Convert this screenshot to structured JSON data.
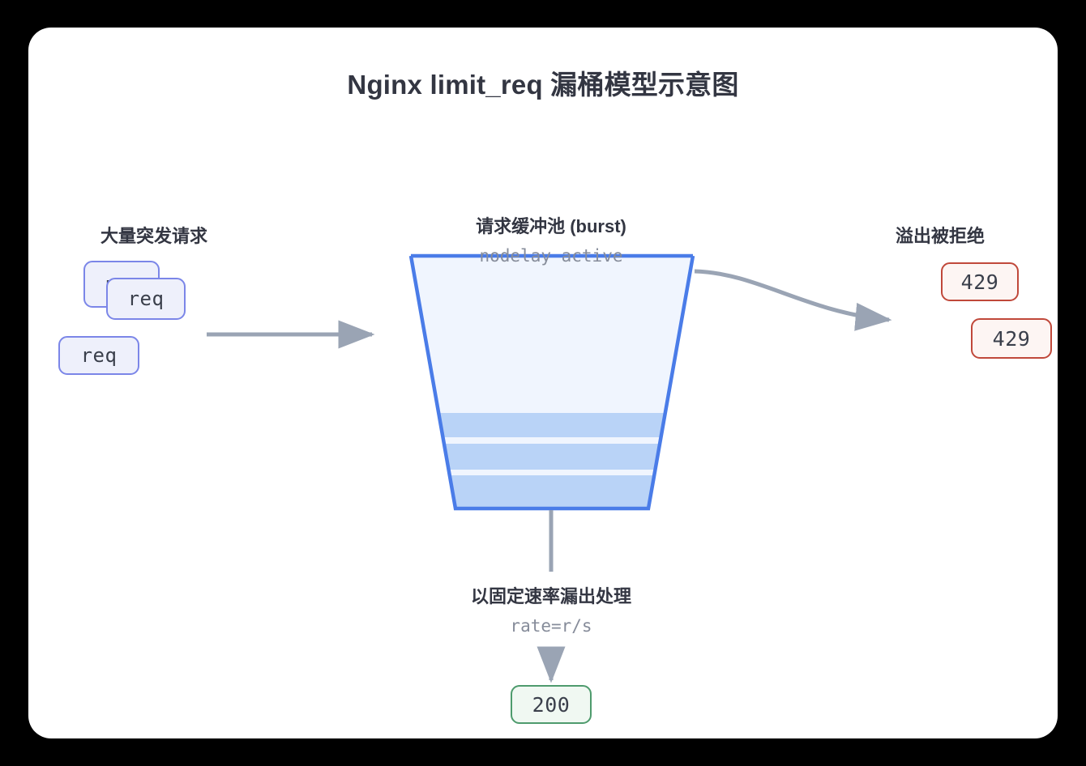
{
  "canvas": {
    "background": "#000000",
    "card_background": "#ffffff"
  },
  "title": "Nginx limit_req 漏桶模型示意图",
  "colors": {
    "title_text": "#333642",
    "heading_text": "#333642",
    "mono_text": "#868c9a",
    "arrow": "#9aa4b4",
    "bucket_border": "#4a7ce8",
    "bucket_fill": "#f0f5fe",
    "bucket_band": "#b9d3f7",
    "req_border": "#7b86e8",
    "req_fill": "#eef0fb",
    "reject_border": "#c0483a",
    "reject_fill": "#fdf5f3",
    "accept_border": "#4e9b6d",
    "accept_fill": "#f0f8f2"
  },
  "input": {
    "heading": "大量突发请求",
    "requests": [
      {
        "label": "req"
      },
      {
        "label": "req"
      },
      {
        "label": "req"
      }
    ]
  },
  "bucket": {
    "heading": "请求缓冲池 (burst)",
    "subheading": "nodelay active",
    "fill_bands": 3
  },
  "overflow": {
    "heading": "溢出被拒绝",
    "codes": [
      {
        "label": "429"
      },
      {
        "label": "429"
      }
    ]
  },
  "drain": {
    "heading": "以固定速率漏出处理",
    "subheading": "rate=r/s",
    "codes": [
      {
        "label": "200"
      }
    ]
  }
}
